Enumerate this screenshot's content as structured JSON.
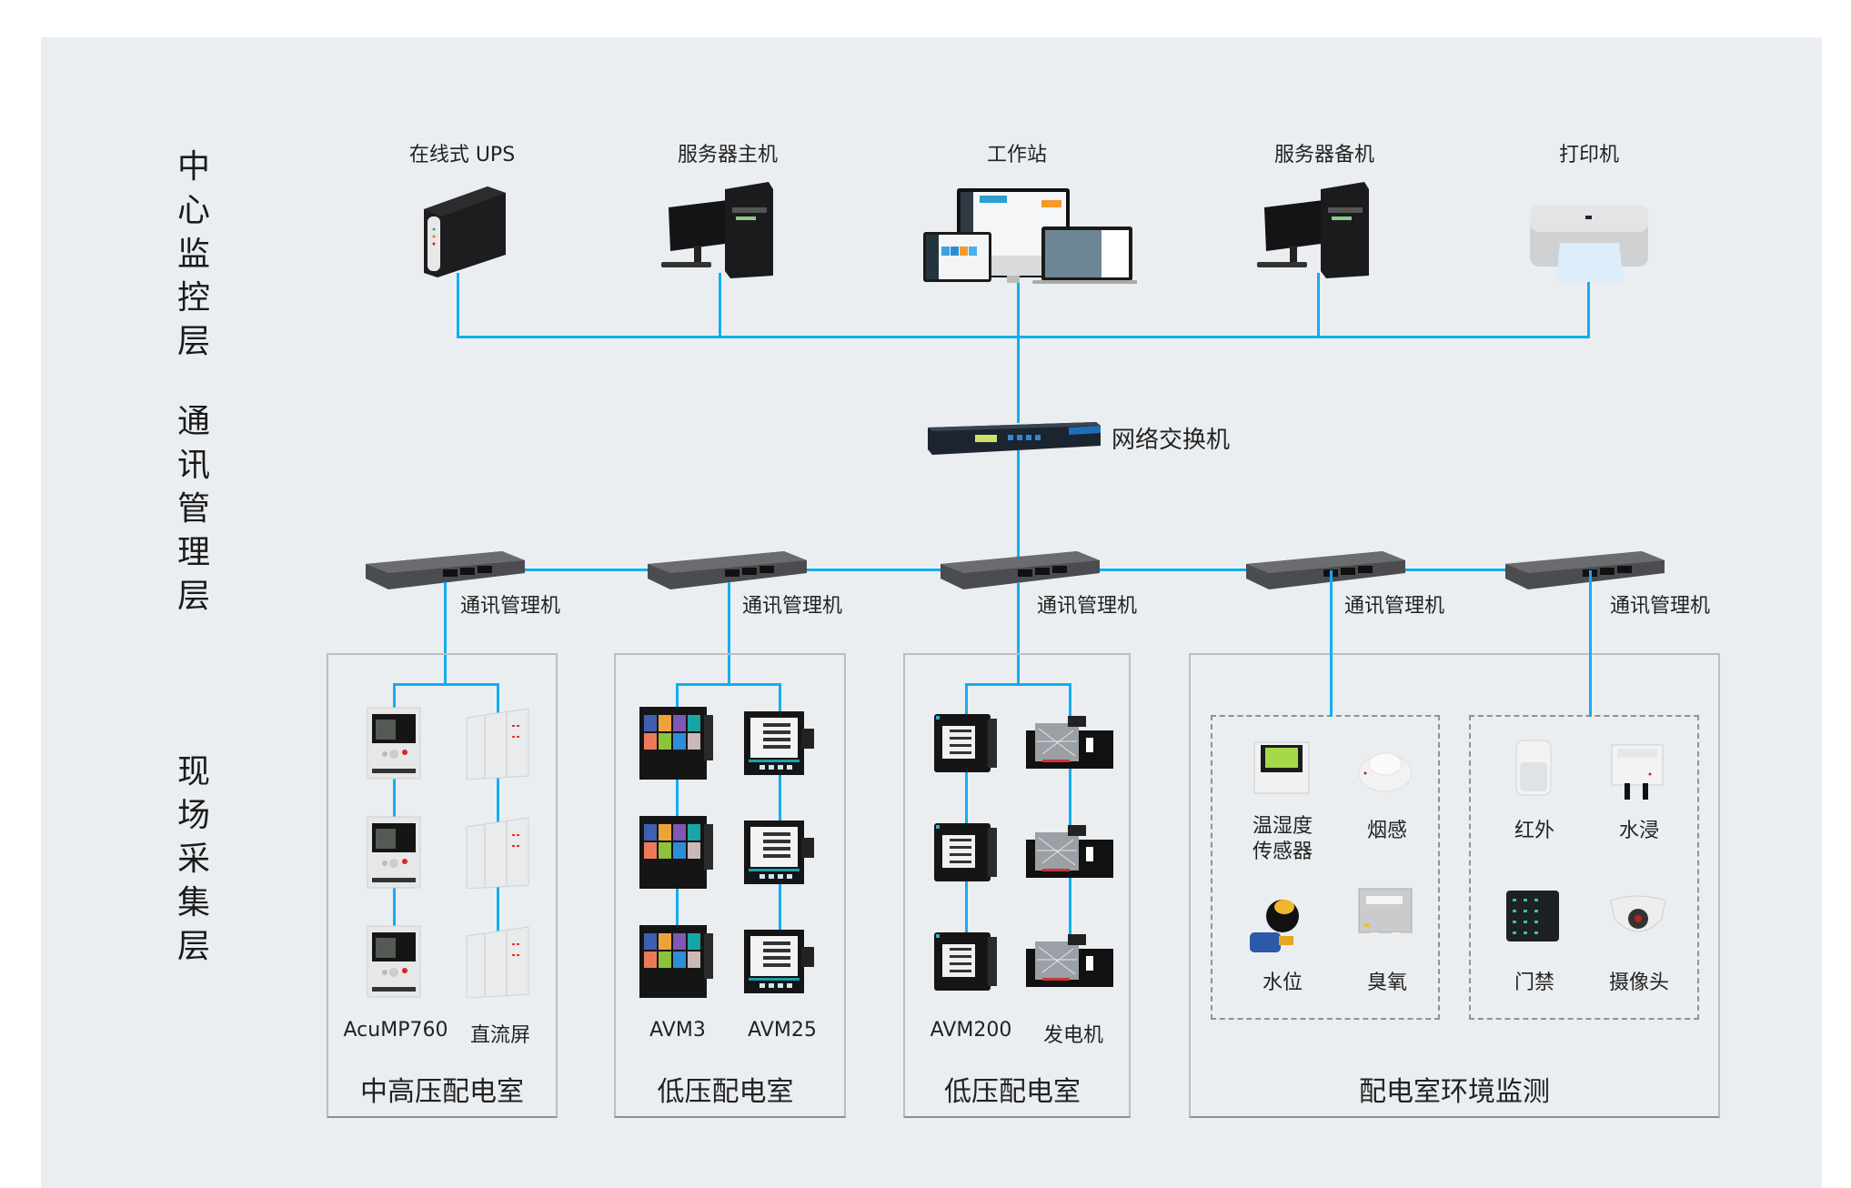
{
  "colors": {
    "background": "#ebeef1",
    "link_line": "#12aef0",
    "box_border": "#b9bec3",
    "dashed_border": "#8e9399"
  },
  "layers": {
    "center": "中心监控层",
    "comm": "通讯管理层",
    "field": "现场采集层"
  },
  "center_devices": [
    {
      "label": "在线式 UPS",
      "icon": "ups-icon"
    },
    {
      "label": "服务器主机",
      "icon": "server-host-icon"
    },
    {
      "label": "工作站",
      "icon": "workstation-icon"
    },
    {
      "label": "服务器备机",
      "icon": "backup-server-icon"
    },
    {
      "label": "打印机",
      "icon": "printer-icon"
    }
  ],
  "network_switch": {
    "label": "网络交换机",
    "icon": "network-switch-icon"
  },
  "comm_managers": [
    {
      "label": "通讯管理机"
    },
    {
      "label": "通讯管理机"
    },
    {
      "label": "通讯管理机"
    },
    {
      "label": "通讯管理机"
    },
    {
      "label": "通讯管理机"
    }
  ],
  "rooms": [
    {
      "title": "中高压配电室",
      "devices": [
        {
          "label": "AcuMP760",
          "icon": "protection-relay-icon",
          "count": 3
        },
        {
          "label": "直流屏",
          "icon": "dc-panel-icon",
          "count": 3
        }
      ]
    },
    {
      "title": "低压配电室",
      "devices": [
        {
          "label": "AVM3",
          "icon": "touch-meter-icon",
          "count": 3
        },
        {
          "label": "AVM25",
          "icon": "lcd-meter-icon",
          "count": 3
        }
      ]
    },
    {
      "title": "低压配电室",
      "devices": [
        {
          "label": "AVM200",
          "icon": "power-meter-icon",
          "count": 3
        },
        {
          "label": "发电机",
          "icon": "generator-icon",
          "count": 3
        }
      ]
    },
    {
      "title": "配电室环境监测",
      "groups": [
        {
          "sensors": [
            {
              "label": "温湿度\n传感器",
              "line1": "温湿度",
              "line2": "传感器",
              "icon": "temp-humidity-sensor-icon"
            },
            {
              "label": "烟感",
              "icon": "smoke-detector-icon"
            },
            {
              "label": "水位",
              "icon": "water-level-float-icon"
            },
            {
              "label": "臭氧",
              "icon": "ozone-sensor-icon"
            }
          ]
        },
        {
          "sensors": [
            {
              "label": "红外",
              "icon": "infrared-detector-icon"
            },
            {
              "label": "水浸",
              "icon": "water-leak-sensor-icon"
            },
            {
              "label": "门禁",
              "icon": "access-control-keypad-icon"
            },
            {
              "label": "摄像头",
              "icon": "dome-camera-icon"
            }
          ]
        }
      ]
    }
  ]
}
